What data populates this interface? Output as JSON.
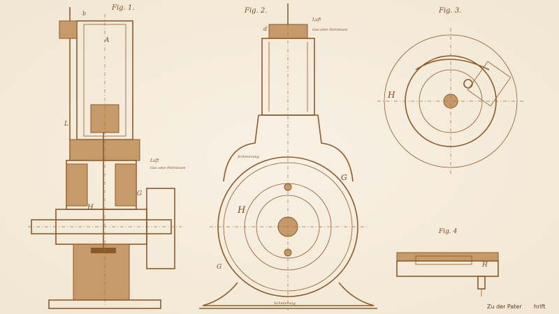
{
  "figures": {
    "fig1": {
      "title": "Fig. 1.",
      "labels": [
        "Luft",
        "Gas oder Petroleum",
        "L",
        "H",
        "G",
        "A",
        "b"
      ]
    },
    "fig2": {
      "title": "Fig. 2.",
      "labels": [
        "Luft",
        "Gas oder Petroleum",
        "Schmierung",
        "H",
        "G",
        "G",
        "d",
        "Schmierung"
      ]
    },
    "fig3": {
      "title": "Fig. 3.",
      "labels": [
        "H"
      ]
    },
    "fig4": {
      "title": "Fig. 4",
      "labels": [
        "H"
      ]
    }
  },
  "caption": {
    "left": "Zu der Pater",
    "right": "hrift"
  },
  "colors": {
    "ink": "#8b5a2b",
    "paper": "#f6eedf"
  }
}
